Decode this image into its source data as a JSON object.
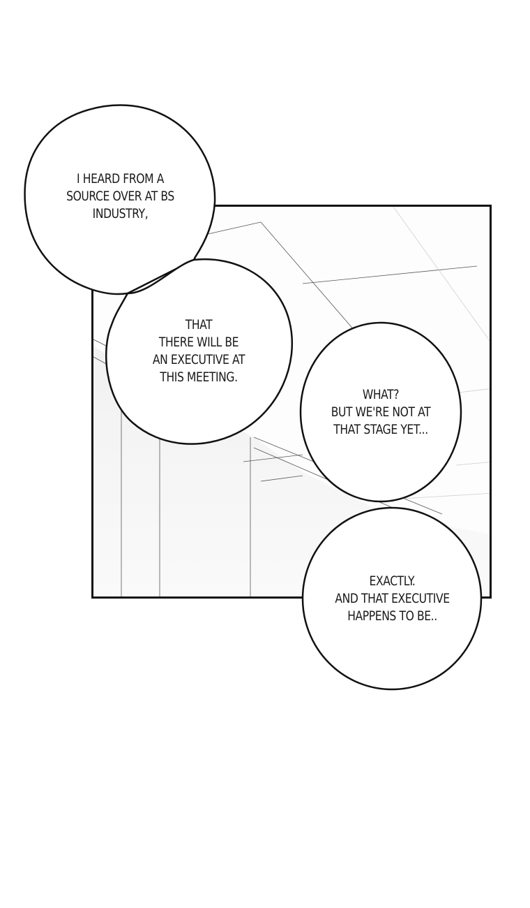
{
  "panel": {
    "background": "#fdfdfd",
    "border_color": "#111111",
    "scene": "office-ceiling-and-walls"
  },
  "bubbles": [
    {
      "id": "bubble-1",
      "text": "I HEARD FROM A\nSOURCE OVER AT BS\nINDUSTRY,"
    },
    {
      "id": "bubble-2",
      "text": "THAT\nTHERE WILL BE\nAN EXECUTIVE AT\nTHIS MEETING."
    },
    {
      "id": "bubble-3",
      "text": "WHAT?\nBUT WE'RE NOT AT\nTHAT STAGE YET..."
    },
    {
      "id": "bubble-4",
      "text": "EXACTLY.\nAND THAT EXECUTIVE\nHAPPENS TO BE.."
    }
  ]
}
